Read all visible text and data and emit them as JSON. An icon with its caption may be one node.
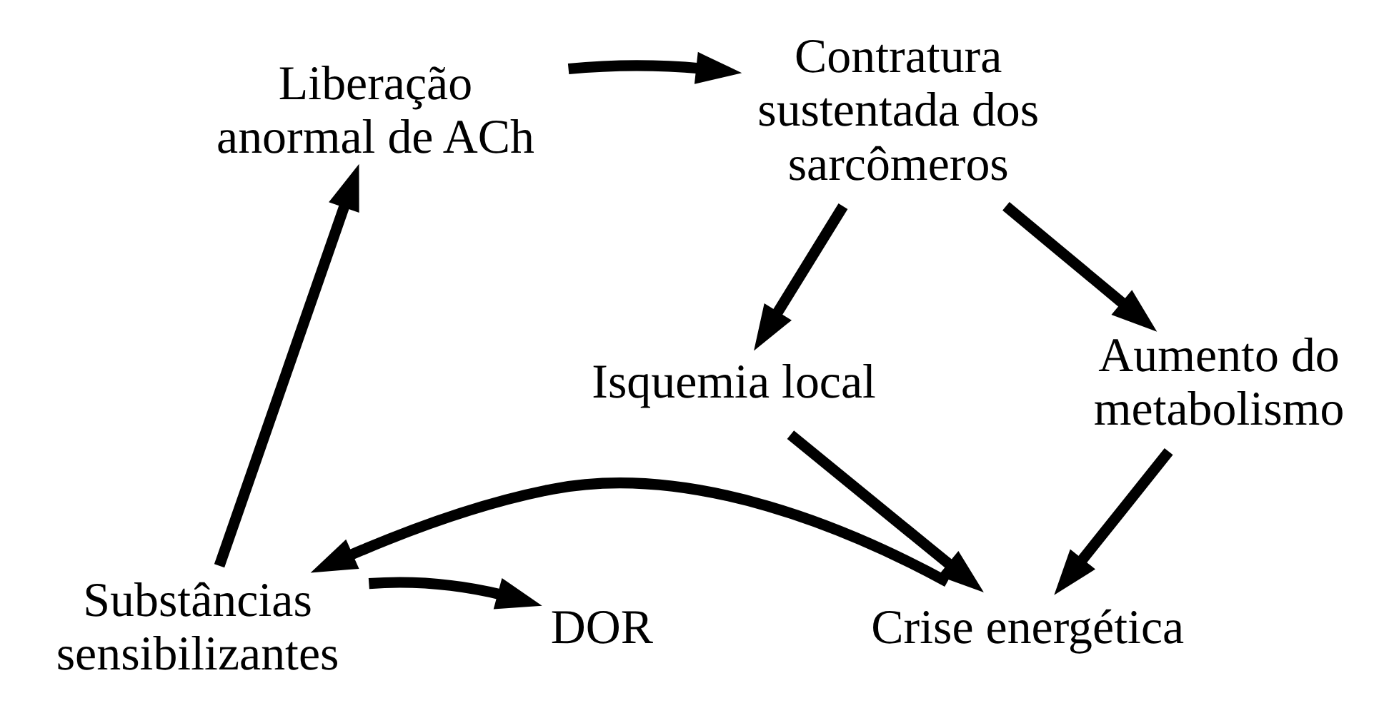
{
  "diagram": {
    "nodes": [
      {
        "text": [
          "Liberação anormal de ACh"
        ]
      },
      {
        "text": [
          "Contratura sustentada dos sarcômeros"
        ]
      },
      {
        "text": [
          "Isquemia local"
        ]
      },
      {
        "text": [
          "Aumento do metabolismo"
        ]
      },
      {
        "text": [
          "Crise energética"
        ]
      },
      {
        "text": [
          "Substâncias sensibilizantes"
        ]
      },
      {
        "text": [
          "DOR"
        ]
      }
    ],
    "edges": [
      {
        "from": 0,
        "to": 1,
        "arrow": "to"
      },
      {
        "from": 1,
        "to": 2,
        "arrow": "to"
      },
      {
        "from": 1,
        "to": 3,
        "arrow": "to"
      },
      {
        "from": 2,
        "to": 4,
        "arrow": "to"
      },
      {
        "from": 3,
        "to": 4,
        "arrow": "to"
      },
      {
        "from": 4,
        "to": 5,
        "arrow": "to"
      },
      {
        "from": 5,
        "to": 6,
        "arrow": "to"
      },
      {
        "from": 5,
        "to": 0,
        "arrow": "to"
      }
    ]
  }
}
